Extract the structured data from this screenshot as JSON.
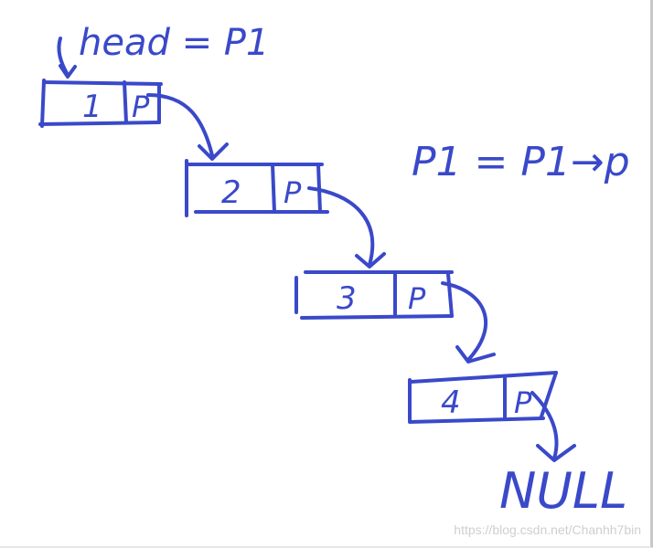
{
  "colors": {
    "ink": "#3a49c9",
    "background": "#ffffff",
    "watermark": "#cfcfcf"
  },
  "labels": {
    "head": "head = P1",
    "assign": "P1 = P1→p",
    "null": "NULL"
  },
  "nodes": [
    {
      "value": "1",
      "pointer": "P"
    },
    {
      "value": "2",
      "pointer": "P"
    },
    {
      "value": "3",
      "pointer": "P"
    },
    {
      "value": "4",
      "pointer": "P"
    }
  ],
  "watermark": "https://blog.csdn.net/Chanhh7bin"
}
